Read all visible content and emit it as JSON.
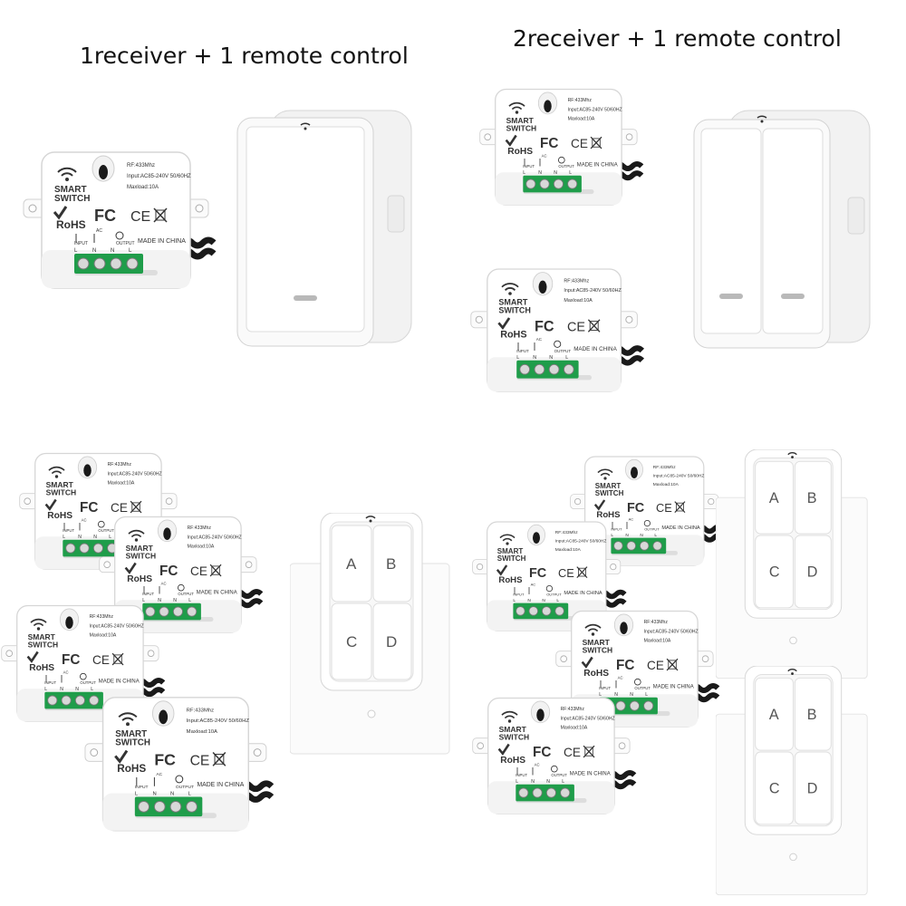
{
  "captions": {
    "left": "1receiver + 1 remote control",
    "right": "2receiver + 1 remote control"
  },
  "receiver_label": {
    "brand_line1": "SMART",
    "brand_line2": "SWITCH",
    "rf": "RF:433Mhz",
    "input": "Input:AC85-240V 50/60HZ",
    "maxload": "Maxload:10A",
    "rohs": "RoHS",
    "fc": "FC",
    "ce": "CE",
    "made_in": "MADE IN CHINA",
    "ac": "AC",
    "input_label": "INPUT",
    "output_label": "OUTPUT",
    "terminals": [
      "L",
      "N",
      "N",
      "L"
    ]
  },
  "remote_keys": [
    "A",
    "B",
    "C",
    "D"
  ],
  "colors": {
    "receiver_body": "#ffffff",
    "terminal_green": "#1f9d4a",
    "antenna": "#1a1a1a",
    "remote_panel": "#f7f7f7",
    "indicator": "#b9b9b9"
  }
}
